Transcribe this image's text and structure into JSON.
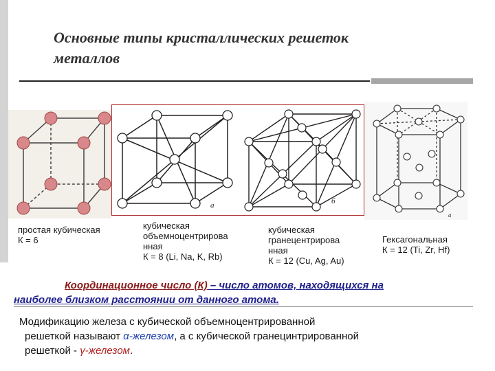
{
  "title": {
    "line1": "Основные типы кристаллических решеток",
    "line2": "металлов"
  },
  "lattices": [
    {
      "name": "простая кубическая",
      "k": "К = 6"
    },
    {
      "name_lines": [
        "кубическая",
        "объемноцентрирова",
        "нная"
      ],
      "k": "К = 8 (Li, Na, K, Rb)",
      "mark": "а"
    },
    {
      "name_lines": [
        "кубическая",
        "гранецентрирова",
        "нная"
      ],
      "k": "К = 12 (Cu, Ag, Au)",
      "mark": "б"
    },
    {
      "name": "Гексагональная",
      "k": "К = 12 (Ti, Zr, Hf)",
      "mark": "а"
    }
  ],
  "definition": {
    "term": "Координационное число (К)",
    "rest1": " – число атомов, находящихся на",
    "rest2": "наиболее  близком расстоянии от данного атома."
  },
  "paragraph": {
    "p1": "Модификацию железа с кубической объемноцентрированной",
    "p2": "решеткой называют ",
    "alpha": "α-железом",
    "p3": ", а с кубической гранецинтрированной",
    "p4": "решеткой  - ",
    "gamma": "γ-железом",
    "p5": "."
  }
}
